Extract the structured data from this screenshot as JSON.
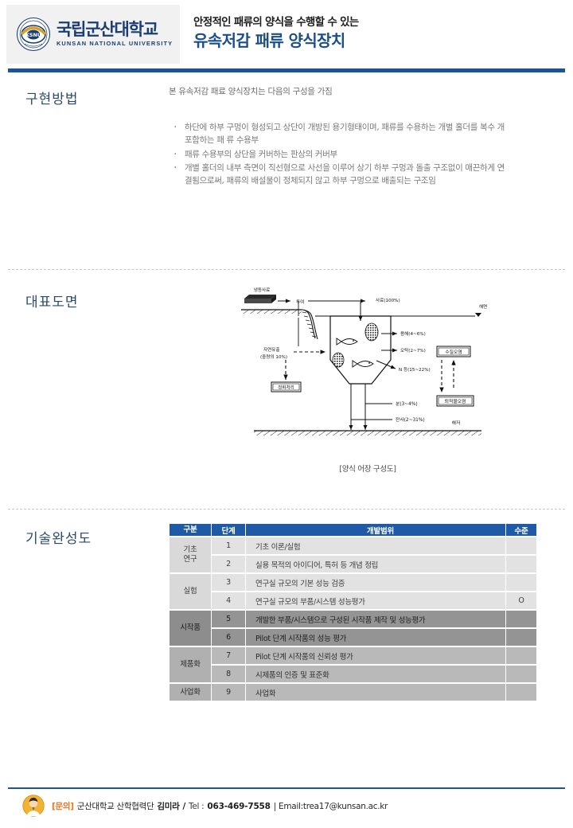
{
  "header": {
    "logo": {
      "seal_text": "KSNU",
      "name_kr": "국립군산대학교",
      "name_en": "KUNSAN NATIONAL UNIVERSITY"
    },
    "title_sub": "안정적인 패류의 양식을 수행할 수 있는",
    "title_main": "유속저감 패류 양식장치",
    "accent_color": "#1b5693"
  },
  "sections": {
    "method": {
      "label": "구현방법",
      "lead": "본 유속저감 패료 양식장치는 다음의 구성을 가짐",
      "bullets": [
        "하단에 하부 구멍이 형성되고 상단이 개방된 용기형태이며, 패류를 수용하는 개별 홀더를 복수 개 포함하는 패 류 수용부",
        "패류 수용부의 상단을 커버하는 판상의 커버부",
        "개별 홀더의 내부 측면이 직선형으로 사선을 이루어 상기 하부 구멍과 돌출 구조없이 매끈하게 연결됨으로써, 패류의 배설물이 정체되지 않고 하부 구멍으로 배출되는 구조임"
      ]
    },
    "figure": {
      "label": "대표도면",
      "caption": "[양식 어장 구성도]",
      "annotations": {
        "feed_source": "냉동사료",
        "feeding": "투여",
        "feed_total": "사료(100%)",
        "sea_surface": "해면",
        "dissolve": "용해(4~6%)",
        "turbidity": "오탁(2~7%)",
        "nitrogen": "N 등(15~22%)",
        "natural_outflow": "자연유출",
        "natural_outflow_sub": "(중량의 10%)",
        "purification": "정화처리",
        "water_pollution": "수질오염",
        "sediment_pollution": "퇴적물오염",
        "feces": "분(3~4%)",
        "residual_feed": "잔사(2~31%)",
        "seabed": "해저"
      }
    },
    "trl": {
      "label": "기술완성도",
      "columns": [
        "구분",
        "단계",
        "개발범위",
        "수준"
      ],
      "groups": [
        {
          "category": "기초\n연구",
          "tone": "light",
          "rows": [
            {
              "step": "1",
              "scope": "기초 이론/실험",
              "level": ""
            },
            {
              "step": "2",
              "scope": "실용 목적의 아이디어, 특허 등 개념 정립",
              "level": ""
            }
          ]
        },
        {
          "category": "실험",
          "tone": "light",
          "rows": [
            {
              "step": "3",
              "scope": "연구실 규모의 기본 성능 검증",
              "level": ""
            },
            {
              "step": "4",
              "scope": "연구실 규모의 부품/시스템 성능평가",
              "level": "O"
            }
          ]
        },
        {
          "category": "시작품",
          "tone": "dark",
          "rows": [
            {
              "step": "5",
              "scope": "개발한 부품/시스템으로  구성된 시작품 제작 및 성능평가",
              "level": ""
            },
            {
              "step": "6",
              "scope": "Pilot 단계 시작품의  성능 평가",
              "level": ""
            }
          ]
        },
        {
          "category": "제품화",
          "tone": "mid",
          "rows": [
            {
              "step": "7",
              "scope": "Pilot 단계 시작품의 신뢰성 평가",
              "level": ""
            },
            {
              "step": "8",
              "scope": "시제품의 인증 및 표준화",
              "level": ""
            }
          ]
        },
        {
          "category": "사업화",
          "tone": "mid",
          "rows": [
            {
              "step": "9",
              "scope": "사업화",
              "level": ""
            }
          ]
        }
      ]
    }
  },
  "footer": {
    "tag": "[문의]",
    "org": "군산대학교 산학협력단",
    "person": "김미라",
    "separator": "/",
    "tel_label": "Tel :",
    "tel": "063-469-7558",
    "mail": "| Email:trea17@kunsan.ac.kr",
    "accent_color": "#e8741f"
  }
}
